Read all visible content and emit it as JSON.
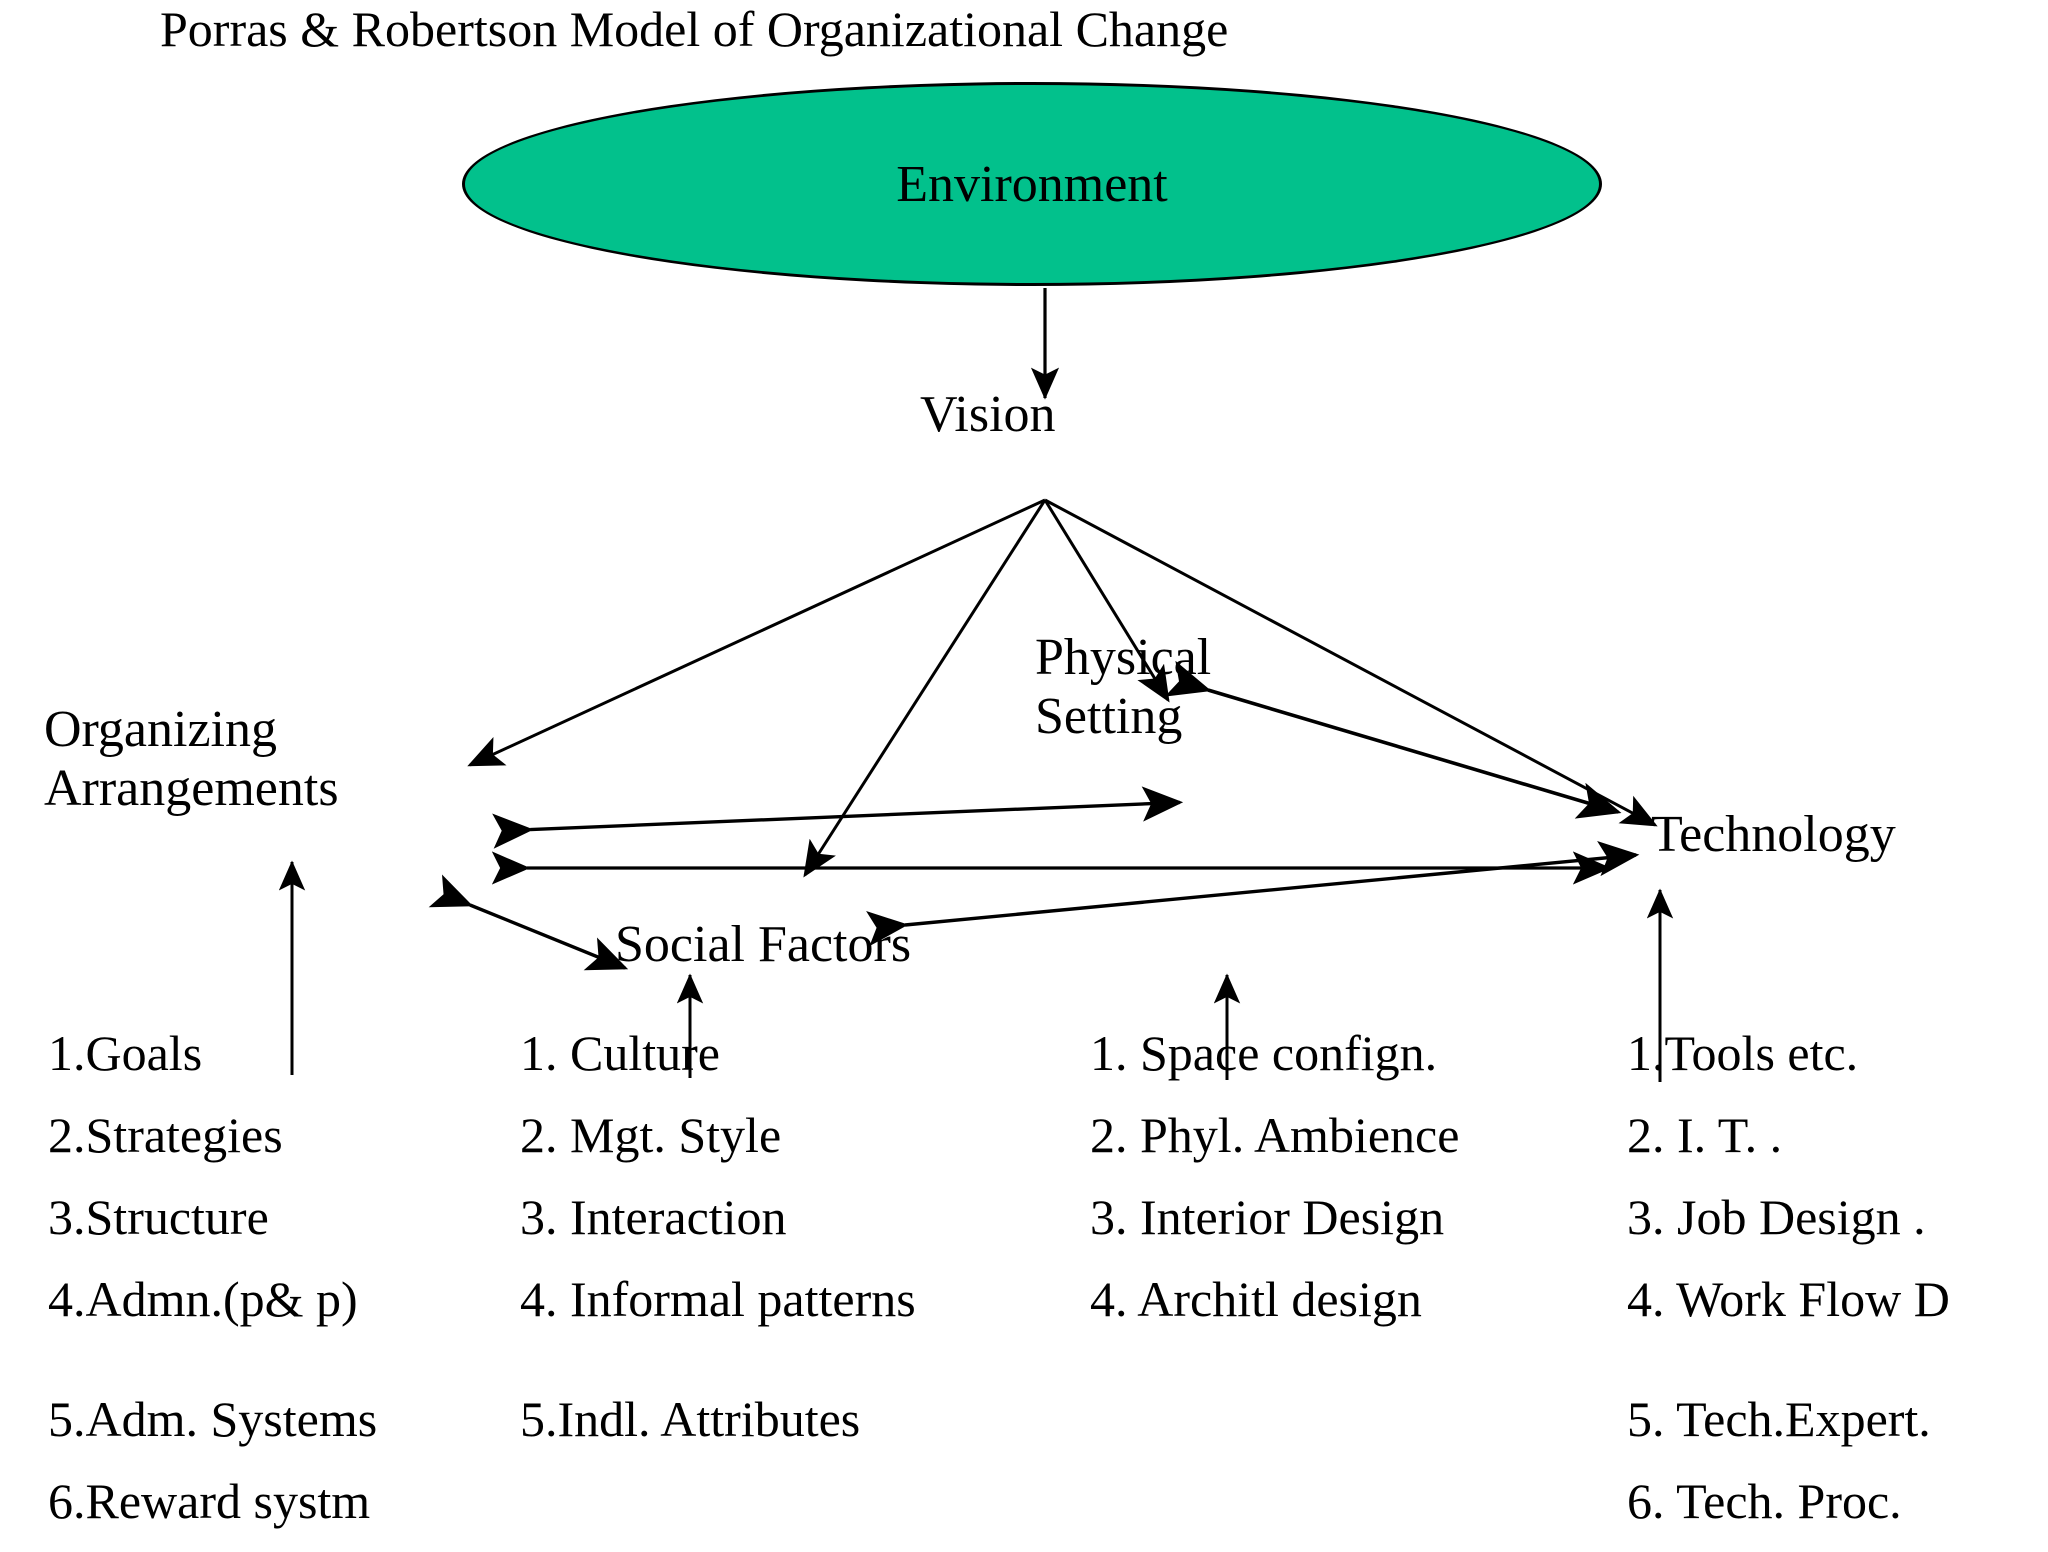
{
  "title": "Porras & Robertson Model of Organizational Change",
  "colors": {
    "ellipse_fill": "#02c18c",
    "ellipse_stroke": "#000000",
    "text": "#000000",
    "background": "#ffffff"
  },
  "nodes": {
    "environment": "Environment",
    "vision": "Vision",
    "organizing_arrangements_line1": "Organizing",
    "organizing_arrangements_line2": "Arrangements",
    "physical_setting_line1": "Physical",
    "physical_setting_line2": "Setting",
    "social_factors": "Social Factors",
    "technology": "Technology"
  },
  "columns": [
    {
      "name": "organizing-arrangements",
      "items": [
        "1.Goals",
        "2.Strategies",
        "3.Structure",
        "4.Admn.(p& p)",
        "",
        "5.Adm. Systems",
        "6.Reward systm"
      ]
    },
    {
      "name": "social-factors",
      "items": [
        "1. Culture",
        "2. Mgt. Style",
        "3. Interaction",
        "4. Informal patterns",
        "",
        "5.Indl. Attributes",
        ""
      ]
    },
    {
      "name": "physical-setting",
      "items": [
        "1. Space confign.",
        "2. Phyl. Ambience",
        "3. Interior Design",
        "4. Architl design",
        "",
        "",
        ""
      ]
    },
    {
      "name": "technology",
      "items": [
        "1.Tools etc.",
        "2. I. T. .",
        "3. Job Design .",
        "4. Work Flow D",
        "",
        "5. Tech.Expert.",
        "6.  Tech. Proc."
      ]
    }
  ],
  "chart_data": {
    "type": "diagram",
    "title": "Porras & Robertson Model of Organizational Change",
    "edges": [
      {
        "from": "Environment",
        "to": "Vision",
        "style": "single-arrow"
      },
      {
        "from": "Vision",
        "to": "Organizing Arrangements",
        "style": "single-arrow"
      },
      {
        "from": "Vision",
        "to": "Social Factors",
        "style": "single-arrow"
      },
      {
        "from": "Vision",
        "to": "Physical Setting",
        "style": "single-arrow"
      },
      {
        "from": "Vision",
        "to": "Technology",
        "style": "single-arrow"
      },
      {
        "from": "Organizing Arrangements",
        "to": "Physical Setting",
        "style": "double-arrow"
      },
      {
        "from": "Organizing Arrangements",
        "to": "Technology",
        "style": "double-arrow"
      },
      {
        "from": "Organizing Arrangements",
        "to": "Social Factors",
        "style": "double-arrow"
      },
      {
        "from": "Social Factors",
        "to": "Technology",
        "style": "double-arrow"
      },
      {
        "from": "Physical Setting",
        "to": "Technology",
        "style": "double-arrow"
      },
      {
        "from": "1.Goals list",
        "to": "Organizing Arrangements",
        "style": "single-arrow"
      },
      {
        "from": "1. Culture list",
        "to": "Social Factors",
        "style": "single-arrow"
      },
      {
        "from": "1. Space confign. list",
        "to": "Physical Setting",
        "style": "single-arrow"
      },
      {
        "from": "1.Tools etc. list",
        "to": "Technology",
        "style": "single-arrow"
      }
    ]
  }
}
